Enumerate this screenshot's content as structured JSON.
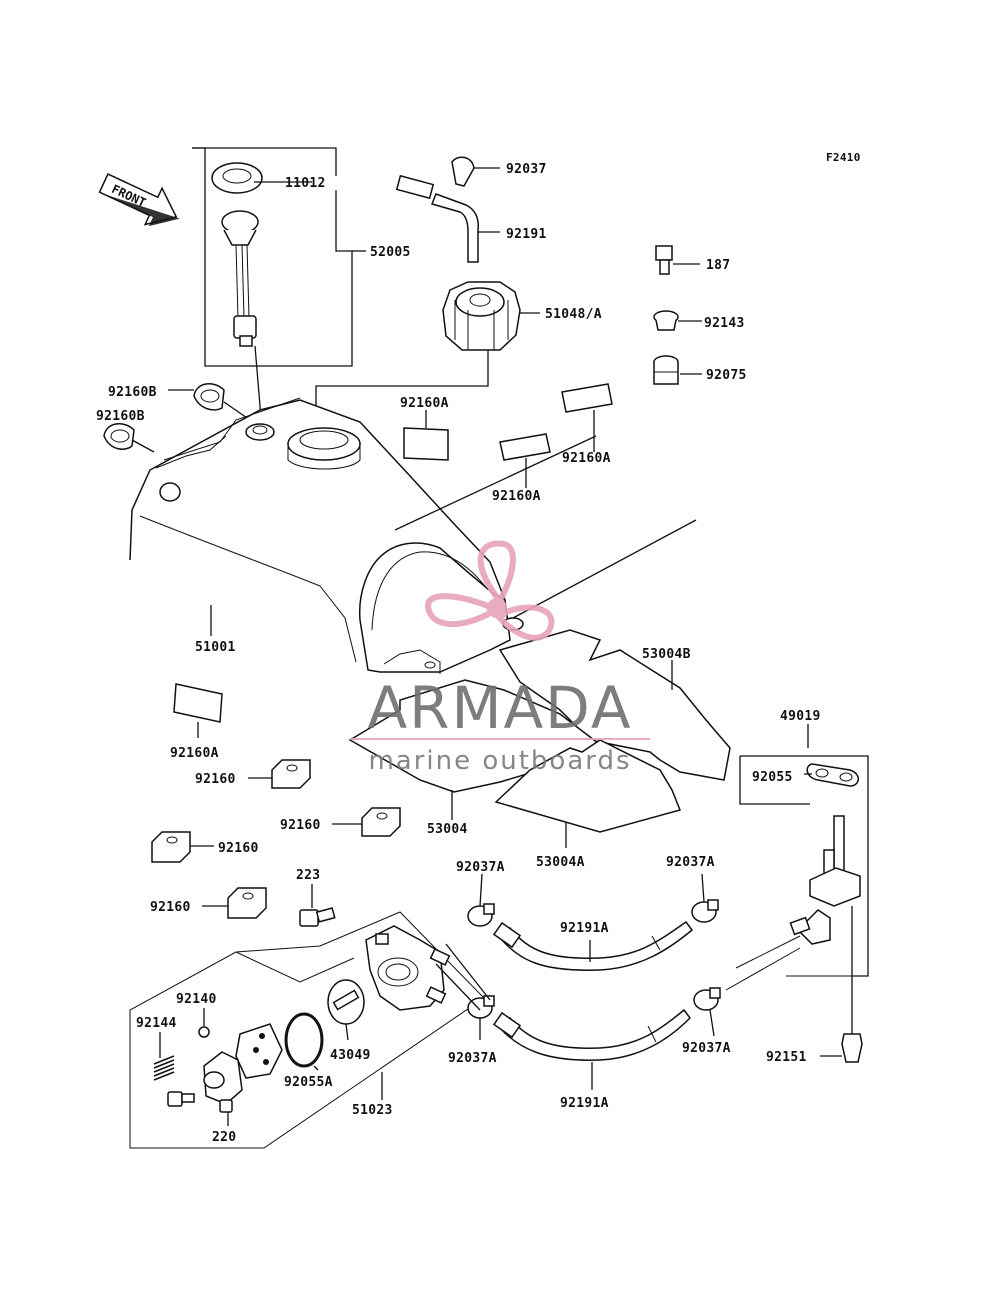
{
  "figure_code": "F2410",
  "front_arrow": "FRONT",
  "watermark": {
    "brand": "ARMADA",
    "tagline": "marine outboards",
    "color_gray": "#6f6f6f",
    "color_pink": "#e7a3bb"
  },
  "parts": {
    "p11012": "11012",
    "p52005": "52005",
    "p92037": "92037",
    "p92191": "92191",
    "p187": "187",
    "p51048": "51048/A",
    "p92143": "92143",
    "p92075": "92075",
    "p92160B_1": "92160B",
    "p92160B_2": "92160B",
    "p92160A_1": "92160A",
    "p92160A_2": "92160A",
    "p92160A_3": "92160A",
    "p92160A_4": "92160A",
    "p51001": "51001",
    "p53004B": "53004B",
    "p49019": "49019",
    "p92055": "92055",
    "p92160_1": "92160",
    "p92160_2": "92160",
    "p92160_3": "92160",
    "p92160_4": "92160",
    "p53004": "53004",
    "p53004A": "53004A",
    "p223": "223",
    "p92037A_1": "92037A",
    "p92037A_2": "92037A",
    "p92037A_3": "92037A",
    "p92037A_4": "92037A",
    "p92191A_1": "92191A",
    "p92191A_2": "92191A",
    "p92140": "92140",
    "p92144": "92144",
    "p43049": "43049",
    "p92055A": "92055A",
    "p51023": "51023",
    "p220": "220",
    "p92151": "92151"
  }
}
